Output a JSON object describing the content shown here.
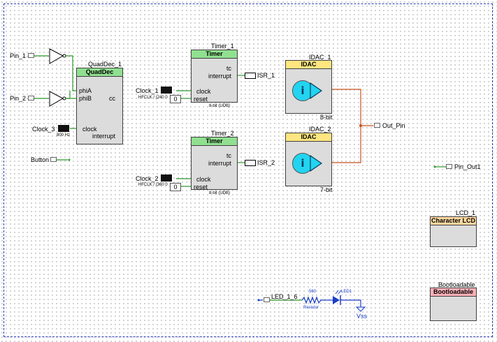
{
  "schematic": {
    "pins": {
      "pin1": "Pin_1",
      "pin2": "Pin_2",
      "button": "Button",
      "out_pin": "Out_Pin",
      "pin_out1": "Pin_Out1",
      "led": "LED_1_6"
    },
    "quaddec": {
      "instance": "QuadDec_1",
      "type": "QuadDec",
      "ports": [
        "phiA",
        "phiB",
        "clock",
        "cc",
        "interrupt"
      ]
    },
    "clock3": {
      "name": "Clock_3",
      "freq": "800 Hz"
    },
    "timer1": {
      "instance": "Timer_1",
      "type": "Timer",
      "ports": [
        "tc",
        "interrupt",
        "clock",
        "reset"
      ],
      "footer": "8-bit (UDB)",
      "isr": "ISR_1",
      "clock": {
        "name": "Clock_1",
        "freq": "HFCLK / (240 0",
        "value": "0"
      }
    },
    "timer2": {
      "instance": "Timer_2",
      "type": "Timer",
      "ports": [
        "tc",
        "interrupt",
        "clock",
        "reset"
      ],
      "footer": "8-bit (UDB)",
      "isr": "ISR_2",
      "clock": {
        "name": "Clock_2",
        "freq": "HFCLK / (360 0",
        "value": "0"
      }
    },
    "idac1": {
      "instance": "IDAC_1",
      "type": "IDAC",
      "footer": "8-bit",
      "glyph": "i"
    },
    "idac2": {
      "instance": "IDAC_2",
      "type": "IDAC",
      "footer": "7-bit",
      "glyph": "i"
    },
    "lcd": {
      "instance": "LCD_1",
      "type": "Character LCD"
    },
    "bootloadable": {
      "instance": "Bootloadable",
      "type": "Bootloadable"
    },
    "led_circuit": {
      "resistor_value": "560",
      "resistor_label": "Resistor",
      "led_label": "LED1",
      "ground": "Vss"
    },
    "colors": {
      "wire_green": "#2e9a2e",
      "wire_blue": "#1a3fc8",
      "wire_orange": "#c8501a",
      "hdr_green": "#90e090",
      "hdr_yellow": "#ffe680"
    }
  }
}
